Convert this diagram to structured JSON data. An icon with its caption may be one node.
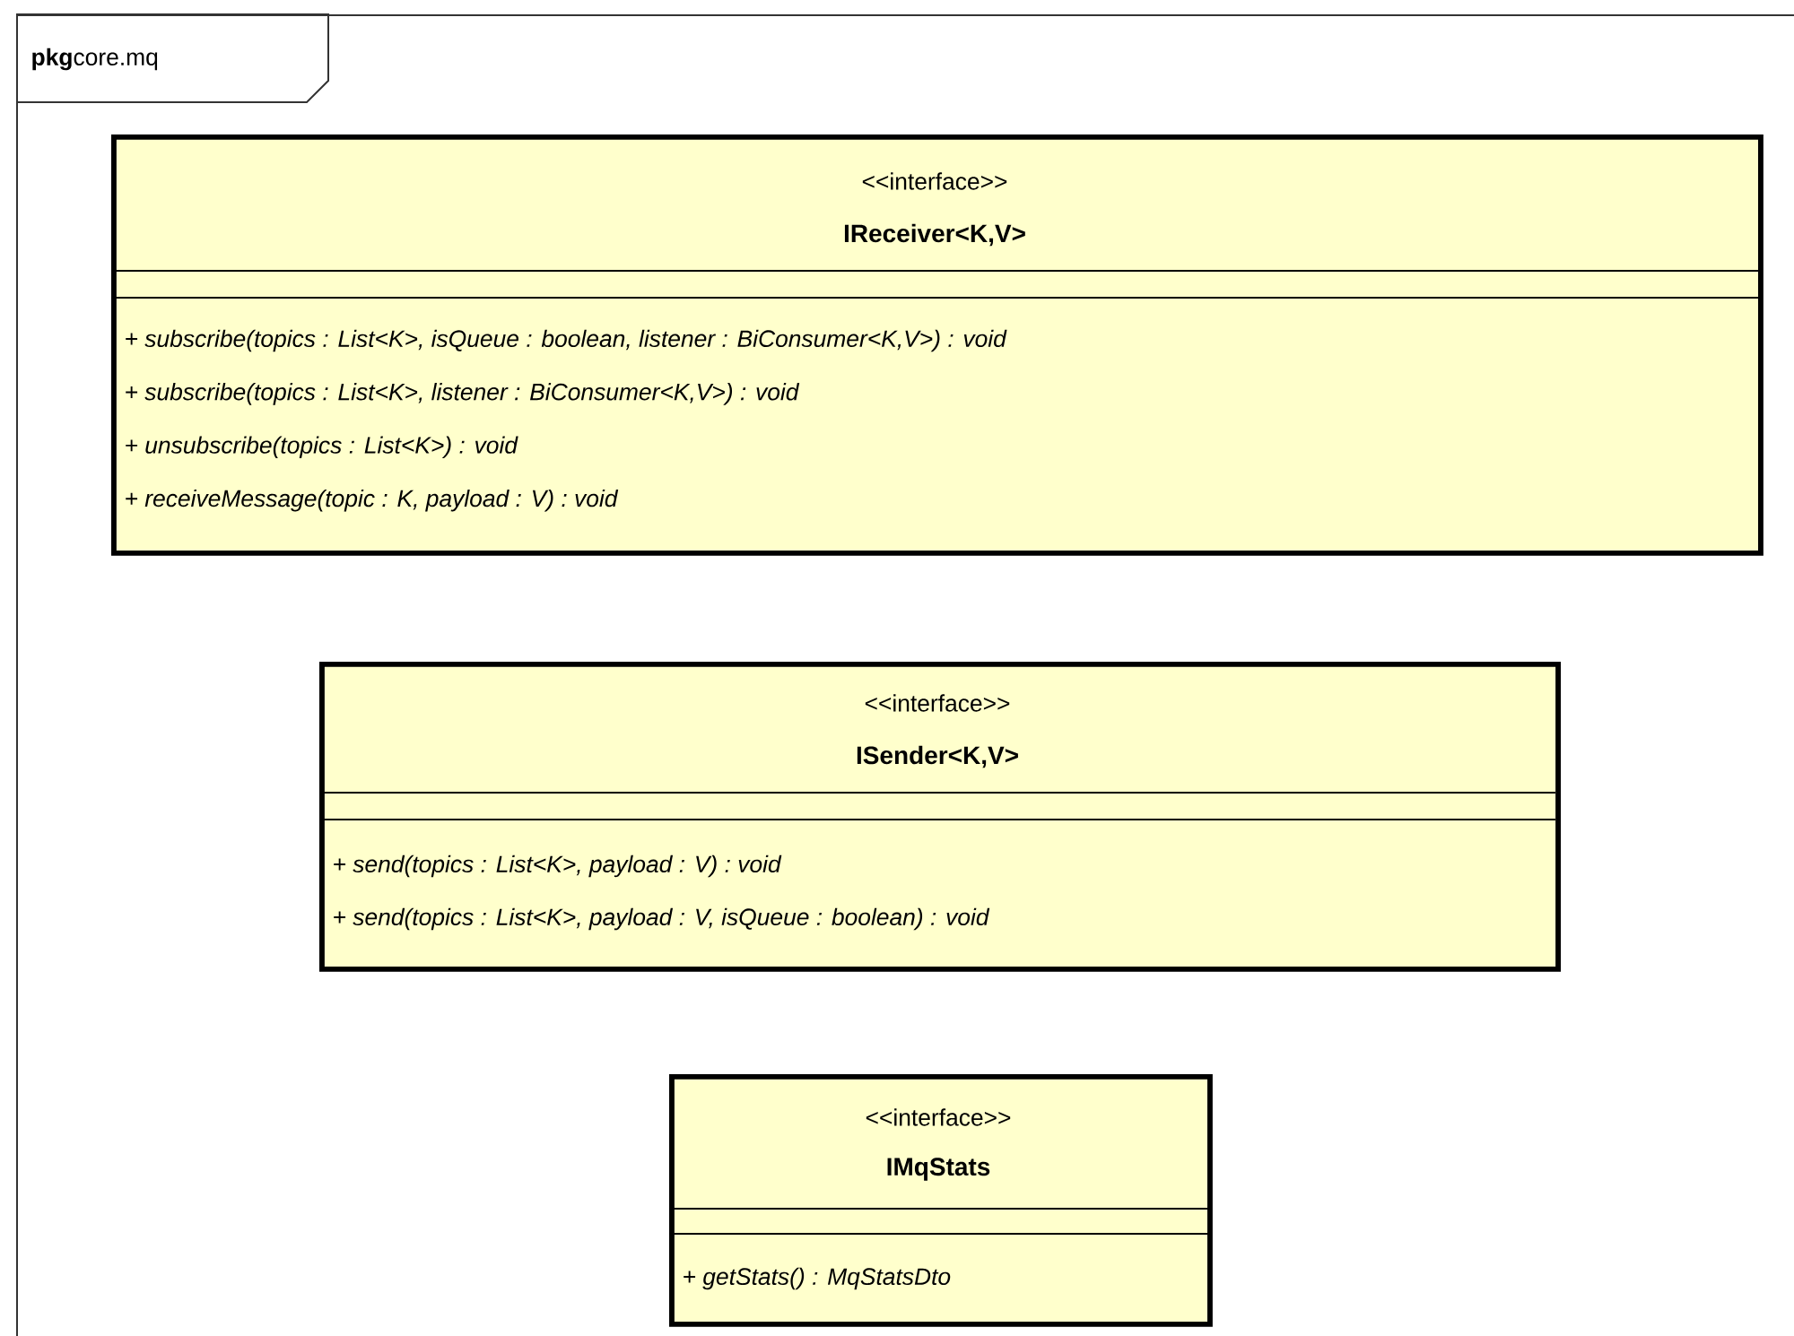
{
  "diagram": {
    "nodes": [
      {
        "text": [
          "**pkg**core.mq"
        ]
      },
      {
        "text": [
          "<<interface>>",
          "IReceiver<K,V>",
          "+ subscribe(topics : List<K>, isQueue : boolean, listener : BiConsumer<K,V>) : void",
          "+ subscribe(topics : List<K>, listener : BiConsumer<K,V>) : void",
          "+ unsubscribe(topics : List<K>) : void",
          "+ receiveMessage(topic : K, payload : V) : void"
        ],
        "in": 0
      },
      {
        "text": [
          "<<interface>>",
          "ISender<K,V>",
          "+ send(topics : List<K>, payload : V) : void",
          "+ send(topics : List<K>, payload : V, isQueue : boolean) : void"
        ],
        "in": 0
      },
      {
        "text": [
          "<<interface>>",
          "IMqStats",
          "+ getStats() : MqStatsDto"
        ],
        "in": 0
      }
    ],
    "edges": []
  }
}
